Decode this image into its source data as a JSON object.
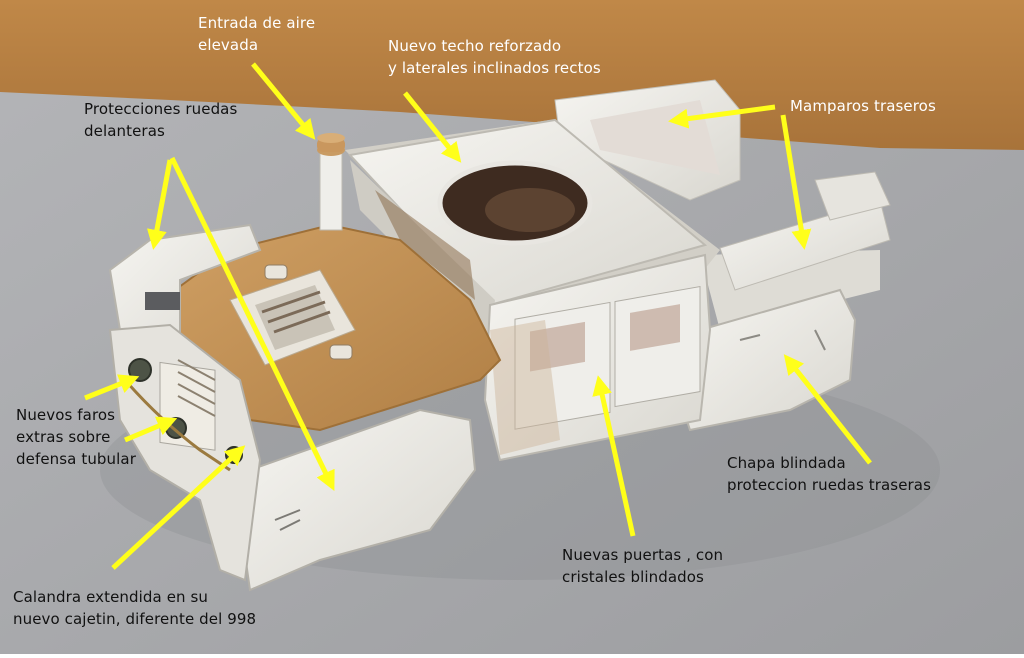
{
  "annotations": [
    {
      "id": "air-intake",
      "lines": [
        "Entrada de aire",
        "elevada"
      ]
    },
    {
      "id": "roof",
      "lines": [
        "Nuevo techo reforzado",
        "y laterales inclinados rectos"
      ]
    },
    {
      "id": "front-wheel-guards",
      "lines": [
        "Protecciones ruedas",
        "delanteras"
      ]
    },
    {
      "id": "rear-bulkheads",
      "lines": [
        "Mamparos traseros"
      ]
    },
    {
      "id": "lights",
      "lines": [
        "Nuevos faros",
        "extras sobre",
        "defensa tubular"
      ]
    },
    {
      "id": "rear-armor",
      "lines": [
        "Chapa blindada",
        "proteccion ruedas traseras"
      ]
    },
    {
      "id": "doors",
      "lines": [
        "Nuevas puertas , con",
        "cristales blindados"
      ]
    },
    {
      "id": "grille",
      "lines": [
        "Calandra extendida en su",
        "nuevo cajetin, diferente del 998"
      ]
    }
  ],
  "colors": {
    "arrow": "#ffff1a",
    "wall": "#b8803f",
    "table": "#a9aaad",
    "model_white": "#ecebe6",
    "model_tan": "#c08f55"
  }
}
